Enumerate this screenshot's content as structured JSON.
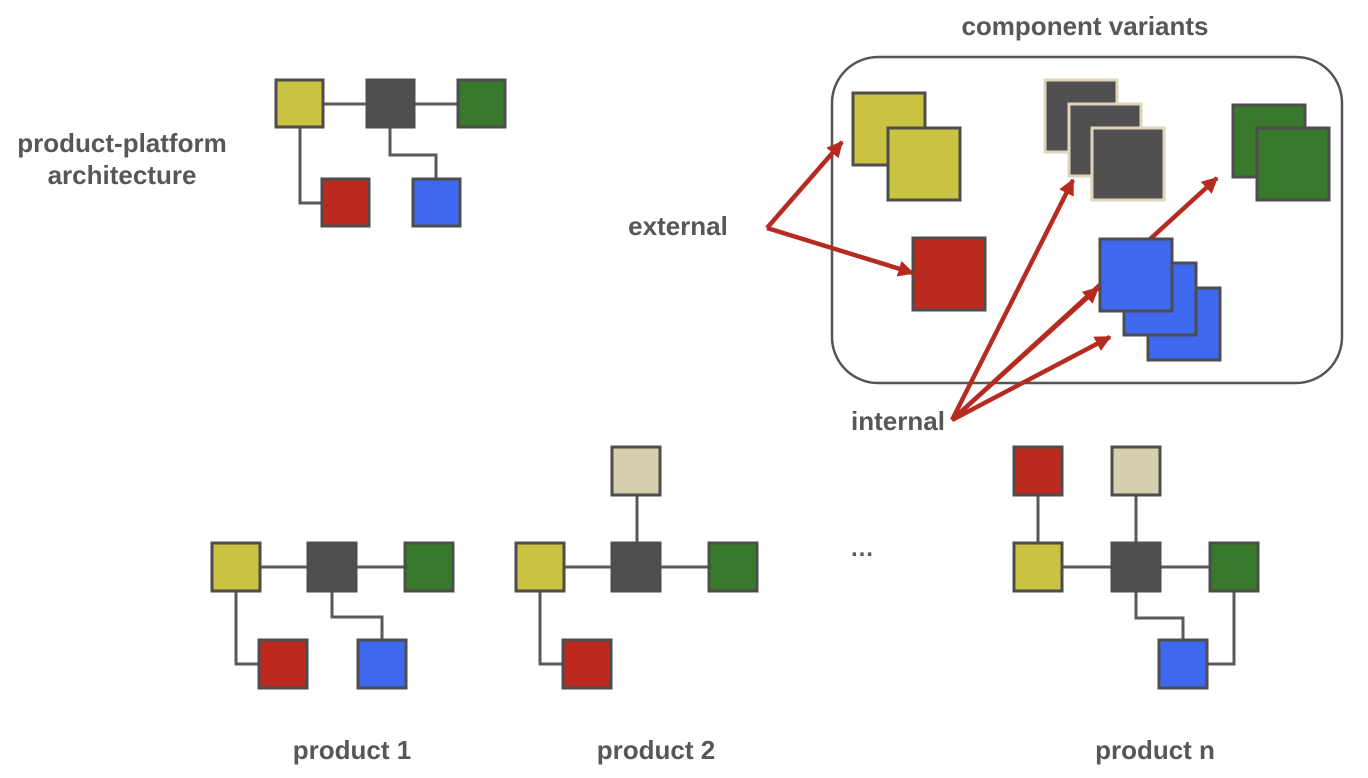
{
  "colors": {
    "background": "#ffffff",
    "text": "#575757",
    "connector": "#595959",
    "square_border": "#4d4d4d",
    "box_border": "#555555",
    "variant_gray_border": "#ddd6ba",
    "arrow": "#b62b21",
    "yellow": "#cac342",
    "gray": "#4f4f4f",
    "green": "#38792b",
    "red": "#bc2a1f",
    "blue": "#3e68ef",
    "tan": "#d6cfad"
  },
  "platform": {
    "label_line1": "product-platform",
    "label_line2": "architecture",
    "components": [
      "yellow",
      "gray",
      "green",
      "red",
      "blue"
    ],
    "connections": [
      [
        "yellow",
        "gray"
      ],
      [
        "gray",
        "green"
      ],
      [
        "yellow",
        "red"
      ],
      [
        "gray",
        "blue"
      ]
    ]
  },
  "variants": {
    "title": "component variants",
    "external_label": "external",
    "internal_label": "internal",
    "external_components": [
      "yellow",
      "red"
    ],
    "internal_components": [
      "gray",
      "green",
      "blue"
    ],
    "variant_counts": {
      "yellow": 2,
      "gray": 3,
      "green": 2,
      "red": 1,
      "blue": 3
    }
  },
  "products": [
    {
      "label": "product 1",
      "components": [
        "yellow",
        "gray",
        "green",
        "red",
        "blue"
      ]
    },
    {
      "label": "product 2",
      "components": [
        "tan",
        "yellow",
        "gray",
        "green",
        "red"
      ]
    },
    {
      "label": "product n",
      "components": [
        "red",
        "tan",
        "yellow",
        "gray",
        "green",
        "blue"
      ]
    }
  ],
  "ellipsis": "…"
}
